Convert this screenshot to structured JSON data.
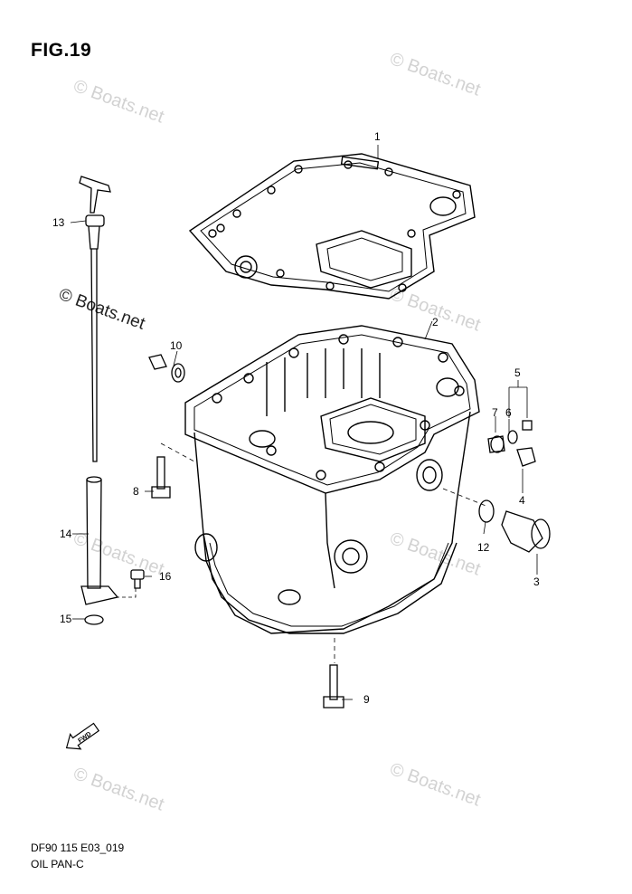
{
  "figure": {
    "title": "FIG.19",
    "drawing_code": "DF90 115 E03_019",
    "section_name": "OIL PAN-C"
  },
  "callouts": {
    "c1": "1",
    "c2": "2",
    "c3": "3",
    "c4": "4",
    "c5": "5",
    "c6": "6",
    "c7": "7",
    "c8": "8",
    "c9": "9",
    "c10": "10",
    "c12": "12",
    "c13": "13",
    "c14": "14",
    "c15": "15",
    "c16": "16"
  },
  "watermark": {
    "text": "© Boats.net"
  },
  "forward_arrow": {
    "label": "FWD"
  }
}
